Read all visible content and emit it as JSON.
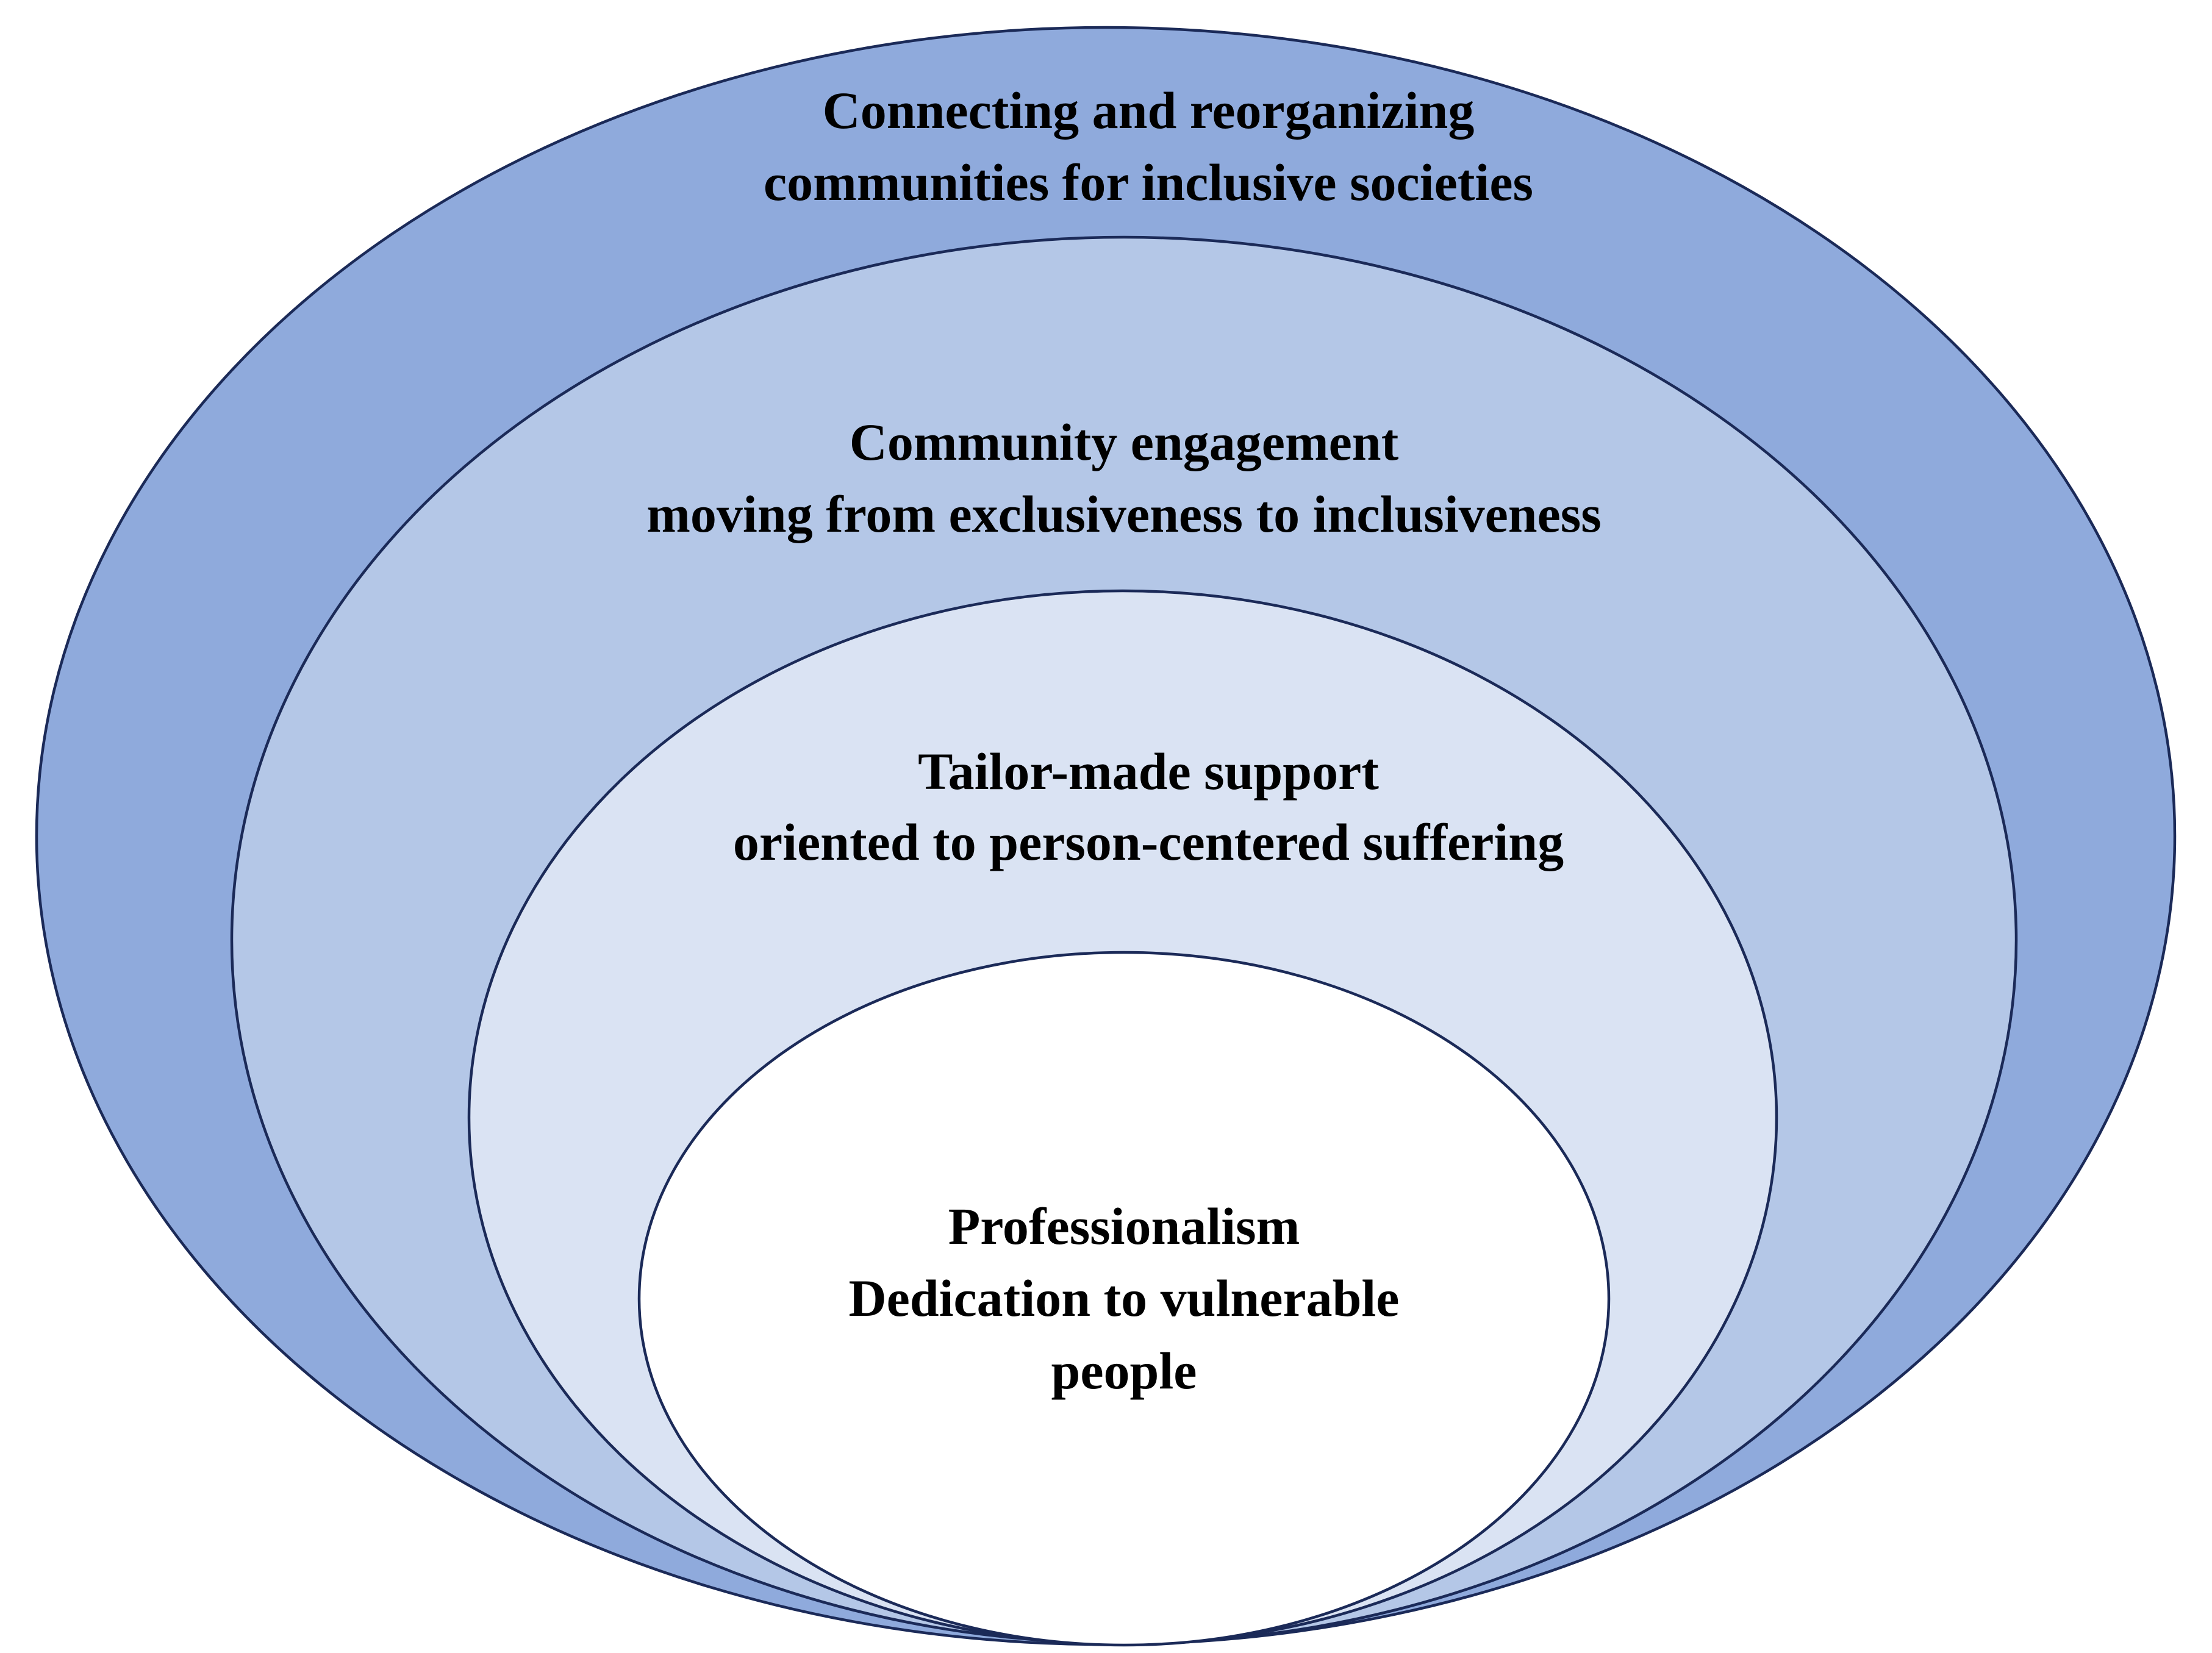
{
  "layers": [
    {
      "id": "outer",
      "fill": "#8faadc",
      "lines": [
        "Connecting and reorganizing",
        "communities for inclusive societies"
      ]
    },
    {
      "id": "second",
      "fill": "#b4c7e7",
      "lines": [
        "Community engagement",
        "moving from exclusiveness to inclusiveness"
      ]
    },
    {
      "id": "third",
      "fill": "#dae3f3",
      "lines": [
        "Tailor-made support",
        "oriented to person-centered suffering"
      ]
    },
    {
      "id": "core",
      "fill": "#ffffff",
      "lines": [
        "Professionalism",
        "Dedication to vulnerable",
        "people"
      ]
    }
  ],
  "stroke_color": "#1b2a58"
}
